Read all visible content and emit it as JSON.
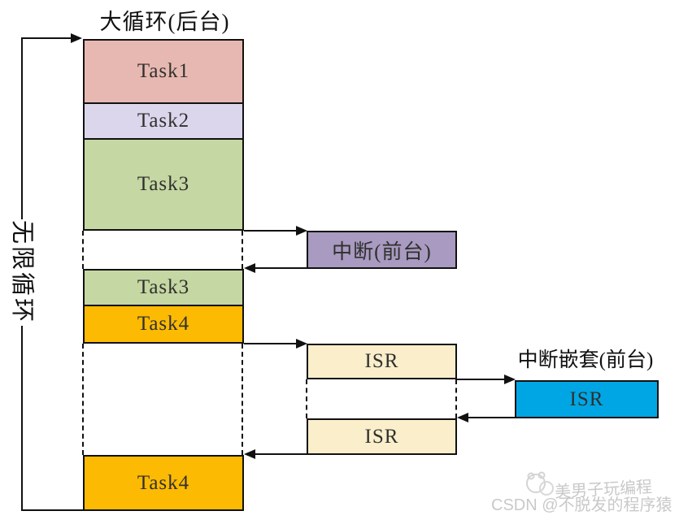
{
  "title": "大循环(后台)",
  "loop_label": "无限循环",
  "background_column": {
    "segments": [
      {
        "label": "Task1",
        "color_key": "task1"
      },
      {
        "label": "Task2",
        "color_key": "task2"
      },
      {
        "label": "Task3",
        "color_key": "task3"
      },
      {
        "label": "Task3",
        "color_key": "task3"
      },
      {
        "label": "Task4",
        "color_key": "task4"
      },
      {
        "label": "Task4",
        "color_key": "task4"
      }
    ]
  },
  "foreground": {
    "interrupt_label": "中断(前台)",
    "isr_top_label": "ISR",
    "isr_bottom_label": "ISR",
    "nested_title": "中断嵌套(前台)",
    "nested_isr_label": "ISR"
  },
  "watermark": {
    "brand": "美男子玩编程",
    "credit": "CSDN @不脱发的程序猿"
  },
  "colors": {
    "task1": "#e7b8b1",
    "task2": "#dcd6ec",
    "task3": "#c5d7a2",
    "task4": "#fcba02",
    "interrupt": "#a89ac0",
    "isr": "#faeecb",
    "nested_isr": "#00a6e4",
    "line": "#111111",
    "watermark_gray": "#c9c9c9"
  }
}
